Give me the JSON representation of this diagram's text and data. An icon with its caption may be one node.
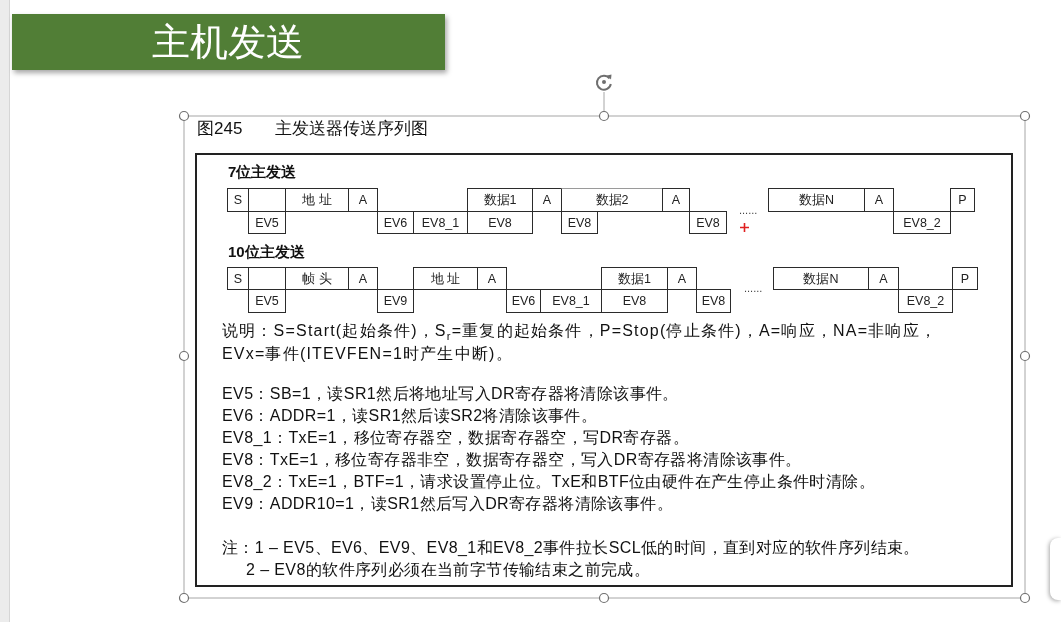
{
  "diagram": {
    "title": "主机发送",
    "nodes": [
      {
        "text": [
          "7位主发送",
          "......",
          "10位主发送",
          "......",
          "说明：S=Start(起始条件)，S$_{r}$=重复的起始条件，P=Stop(停止条件)，A=响应，NA=非响应，EVx=事件(ITEVFEN=1时产生中断)。",
          "EV5：SB=1，读SR1然后将地址写入DR寄存器将清除该事件。",
          "EV6：ADDR=1，读SR1然后读SR2将清除该事件。",
          "EV8_1：TxE=1，移位寄存器空，数据寄存器空，写DR寄存器。",
          "EV8：TxE=1，移位寄存器非空，数据寄存器空，写入DR寄存器将清除该事件。",
          "EV8_2：TxE=1，BTF=1，请求设置停止位。TxE和BTF位由硬件在产生停止条件时清除。",
          "EV9：ADDR10=1，读SR1然后写入DR寄存器将清除该事件。",
          "注：1 – EV5、EV6、EV9、EV8_1和EV8_2事件拉长SCL低的时间，直到对应的软件序列结束。",
          "2 – EV8的软件序列必须在当前字节传输结束之前完成。"
        ]
      },
      {
        "text": [
          "S"
        ],
        "in": 0
      },
      {
        "text": [
          "EV5"
        ],
        "in": 0
      },
      {
        "text": [
          "地 址"
        ],
        "in": 0
      },
      {
        "text": [
          "A"
        ],
        "in": 0
      },
      {
        "text": [
          "EV6"
        ],
        "in": 0
      },
      {
        "text": [
          "EV8_1"
        ],
        "in": 0
      },
      {
        "text": [
          "数据1"
        ],
        "in": 0
      },
      {
        "text": [
          "EV8"
        ],
        "in": 0
      },
      {
        "text": [
          "A"
        ],
        "in": 0
      },
      {
        "text": [
          "数据2"
        ],
        "in": 0
      },
      {
        "text": [
          "EV8"
        ],
        "in": 0
      },
      {
        "text": [
          "A"
        ],
        "in": 0
      },
      {
        "text": [
          "EV8"
        ],
        "in": 0
      },
      {
        "text": [
          "数据N"
        ],
        "in": 0
      },
      {
        "text": [
          "A"
        ],
        "in": 0
      },
      {
        "text": [
          "EV8_2"
        ],
        "in": 0
      },
      {
        "text": [
          "P"
        ],
        "in": 0
      },
      {
        "text": [
          "S"
        ],
        "in": 0
      },
      {
        "text": [
          "EV5"
        ],
        "in": 0
      },
      {
        "text": [
          "帧 头"
        ],
        "in": 0
      },
      {
        "text": [
          "A"
        ],
        "in": 0
      },
      {
        "text": [
          "EV9"
        ],
        "in": 0
      },
      {
        "text": [
          "地 址"
        ],
        "in": 0
      },
      {
        "text": [
          "A"
        ],
        "in": 0
      },
      {
        "text": [
          "EV6"
        ],
        "in": 0
      },
      {
        "text": [
          "EV8_1"
        ],
        "in": 0
      },
      {
        "text": [
          "数据1"
        ],
        "in": 0
      },
      {
        "text": [
          "EV8"
        ],
        "in": 0
      },
      {
        "text": [
          "A"
        ],
        "in": 0
      },
      {
        "text": [
          "EV8"
        ],
        "in": 0
      },
      {
        "text": [
          "数据N"
        ],
        "in": 0
      },
      {
        "text": [
          "A"
        ],
        "in": 0
      },
      {
        "text": [
          "EV8_2"
        ],
        "in": 0
      },
      {
        "text": [
          "P"
        ],
        "in": 0
      }
    ],
    "labels": [
      "图245",
      "主发送器传送序列图"
    ]
  }
}
